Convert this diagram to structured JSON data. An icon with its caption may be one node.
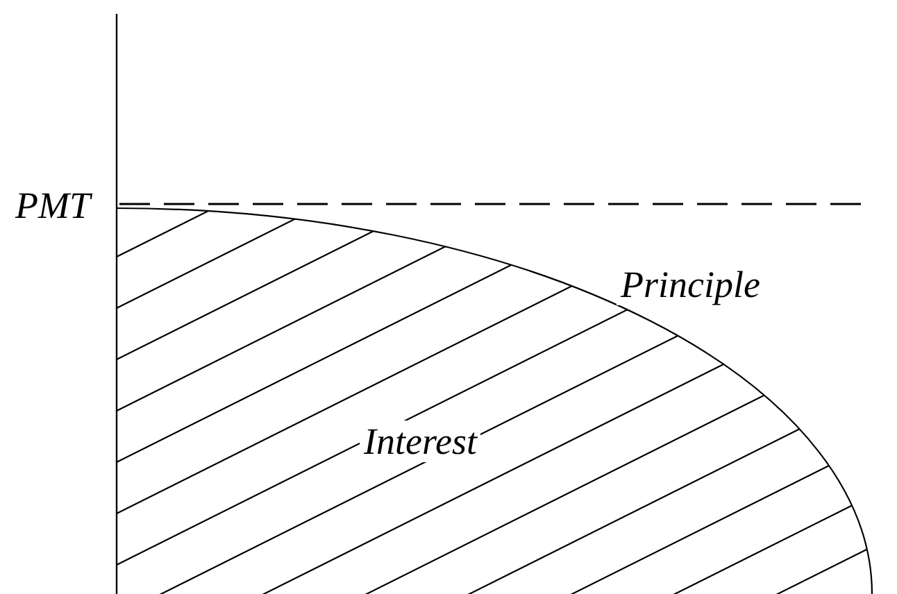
{
  "diagram": {
    "labels": [
      "PMT",
      "Principle",
      "Interest"
    ]
  }
}
